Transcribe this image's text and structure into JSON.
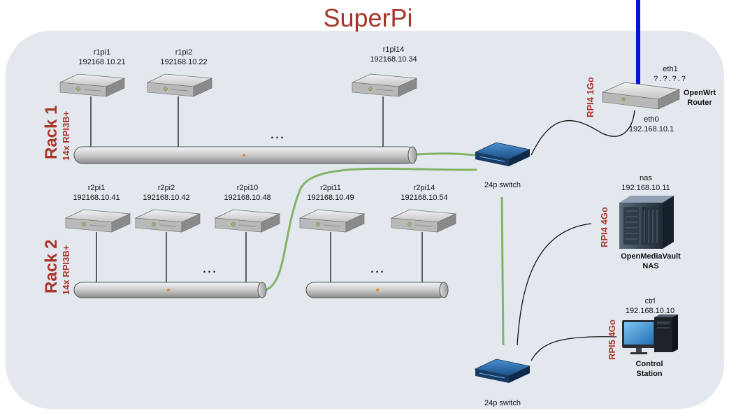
{
  "title": "SuperPi",
  "colors": {
    "accent": "#a8362a",
    "panel": "#e3e8ee",
    "uplink": "#0015d6",
    "green_link": "#82b366"
  },
  "racks": [
    {
      "name": "Rack 1",
      "subtitle": "14x RPI3B+",
      "nodes": [
        {
          "name": "r1pi1",
          "ip": "192168.10.21"
        },
        {
          "name": "r1pi2",
          "ip": "192168.10.22"
        },
        {
          "name": "r1pi14",
          "ip": "192168.10.34"
        }
      ],
      "ellipsis": "..."
    },
    {
      "name": "Rack 2",
      "subtitle": "14x RPI3B+",
      "nodes": [
        {
          "name": "r2pi1",
          "ip": "192168.10.41"
        },
        {
          "name": "r2pi2",
          "ip": "192168.10.42"
        },
        {
          "name": "r2pi10",
          "ip": "192168.10.48"
        },
        {
          "name": "r2pi11",
          "ip": "192168.10.49"
        },
        {
          "name": "r2pi14",
          "ip": "192168.10.54"
        }
      ],
      "ellipsis": "...",
      "ellipsis_2": "..."
    }
  ],
  "switches": [
    {
      "label": "24p switch"
    },
    {
      "label": "24p switch"
    }
  ],
  "router": {
    "hw": "RPI4 1Go",
    "name_line1": "OpenWrt",
    "name_line2": "Router",
    "eth1": "eth1",
    "eth1_ip": "?.?.?.?",
    "eth0": "eth0",
    "eth0_ip": "192.168.10.1"
  },
  "nas": {
    "hw": "RPI4 4Go",
    "host": "nas",
    "ip": "192.168.10.11",
    "name_line1": "OpenMediaVault",
    "name_line2": "NAS"
  },
  "control": {
    "hw": "RPI5 4Go",
    "host": "ctrl",
    "ip": "192.168.10.10",
    "name_line1": "Control",
    "name_line2": "Station"
  }
}
